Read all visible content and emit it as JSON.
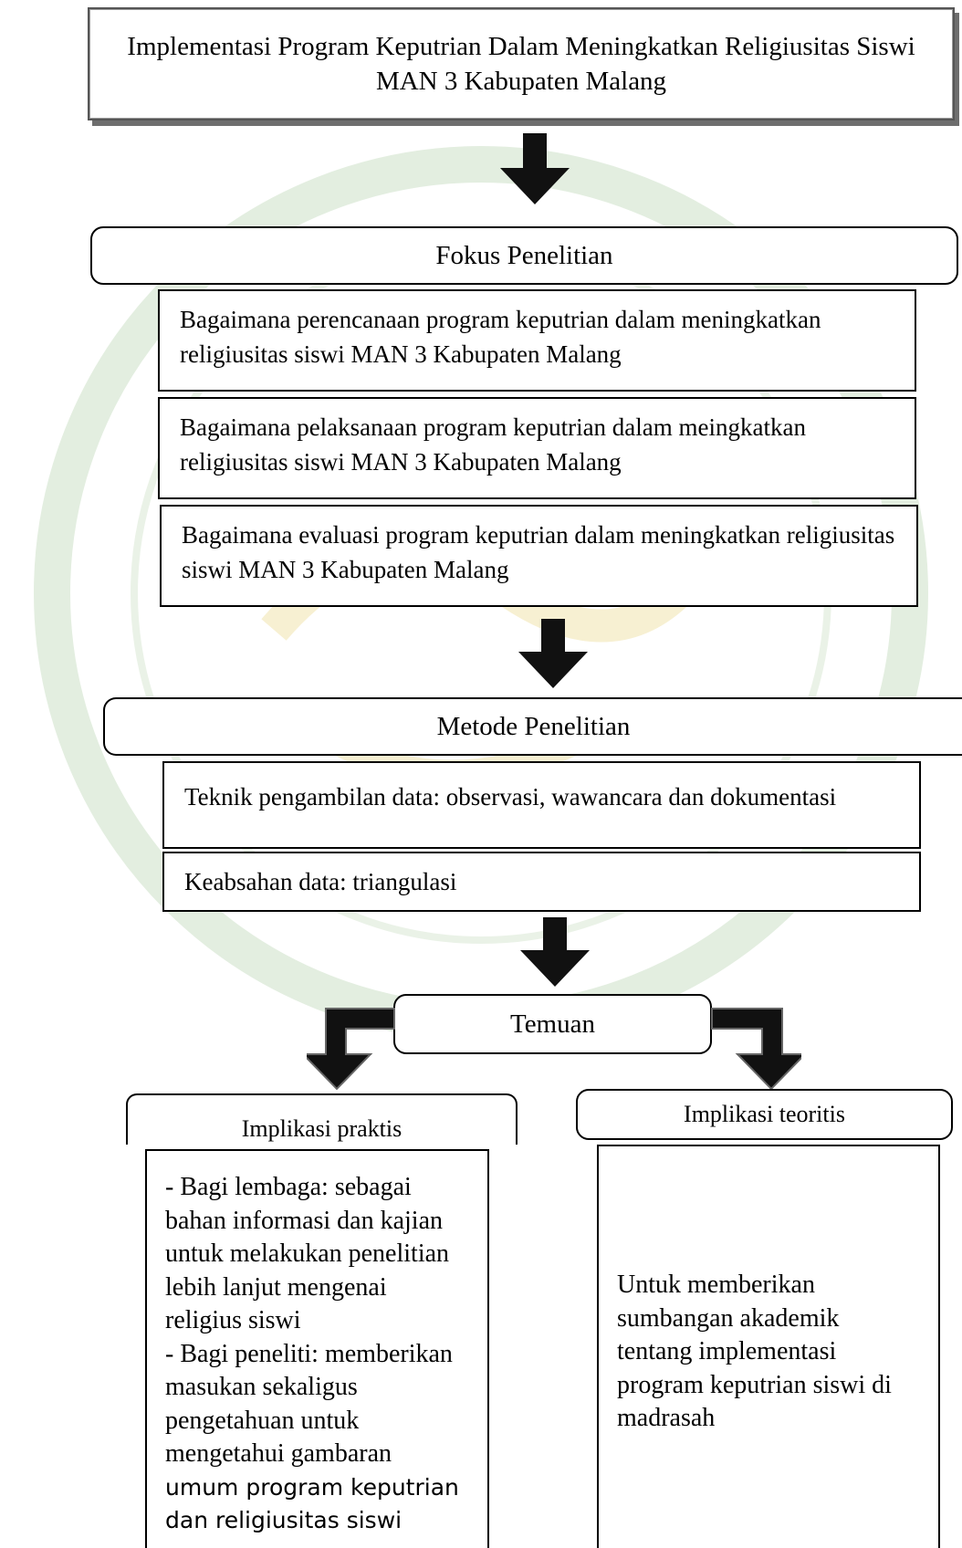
{
  "title": "Implementasi Program Keputrian Dalam Meningkatkan Religiusitas Siswi MAN 3 Kabupaten Malang",
  "fokus": {
    "header": "Fokus Penelitian",
    "items": [
      "Bagaimana perencanaan program keputrian dalam meningkatkan religiusitas siswi MAN 3 Kabupaten Malang",
      "Bagaimana pelaksanaan program keputrian dalam meingkatkan religiusitas siswi MAN 3 Kabupaten Malang",
      "Bagaimana evaluasi program keputrian dalam meningkatkan religiusitas siswi MAN 3 Kabupaten Malang"
    ]
  },
  "metode": {
    "header": "Metode Penelitian",
    "items": [
      "Teknik pengambilan data: observasi, wawancara dan dokumentasi",
      "Keabsahan data: triangulasi"
    ]
  },
  "temuan": "Temuan",
  "praktis": {
    "header": "Implikasi praktis",
    "lines": [
      "- Bagi lembaga: sebagai",
      "bahan informasi dan kajian",
      "untuk melakukan penelitian",
      "lebih lanjut mengenai",
      "religius siswi",
      "- Bagi peneliti: memberikan",
      "masukan sekaligus",
      "pengetahuan untuk",
      "mengetahui gambaran",
      "umum program keputrian",
      "dan religiusitas siswi"
    ]
  },
  "teoritis": {
    "header": "Implikasi teoritis",
    "lines": [
      "Untuk memberikan",
      "sumbangan akademik",
      "tentang implementasi",
      "program keputrian siswi di",
      "madrasah"
    ]
  },
  "colors": {
    "watermark": "#d8e8d2",
    "watermark_gold": "#f5ecc4",
    "shadow": "#6e6e6e"
  }
}
